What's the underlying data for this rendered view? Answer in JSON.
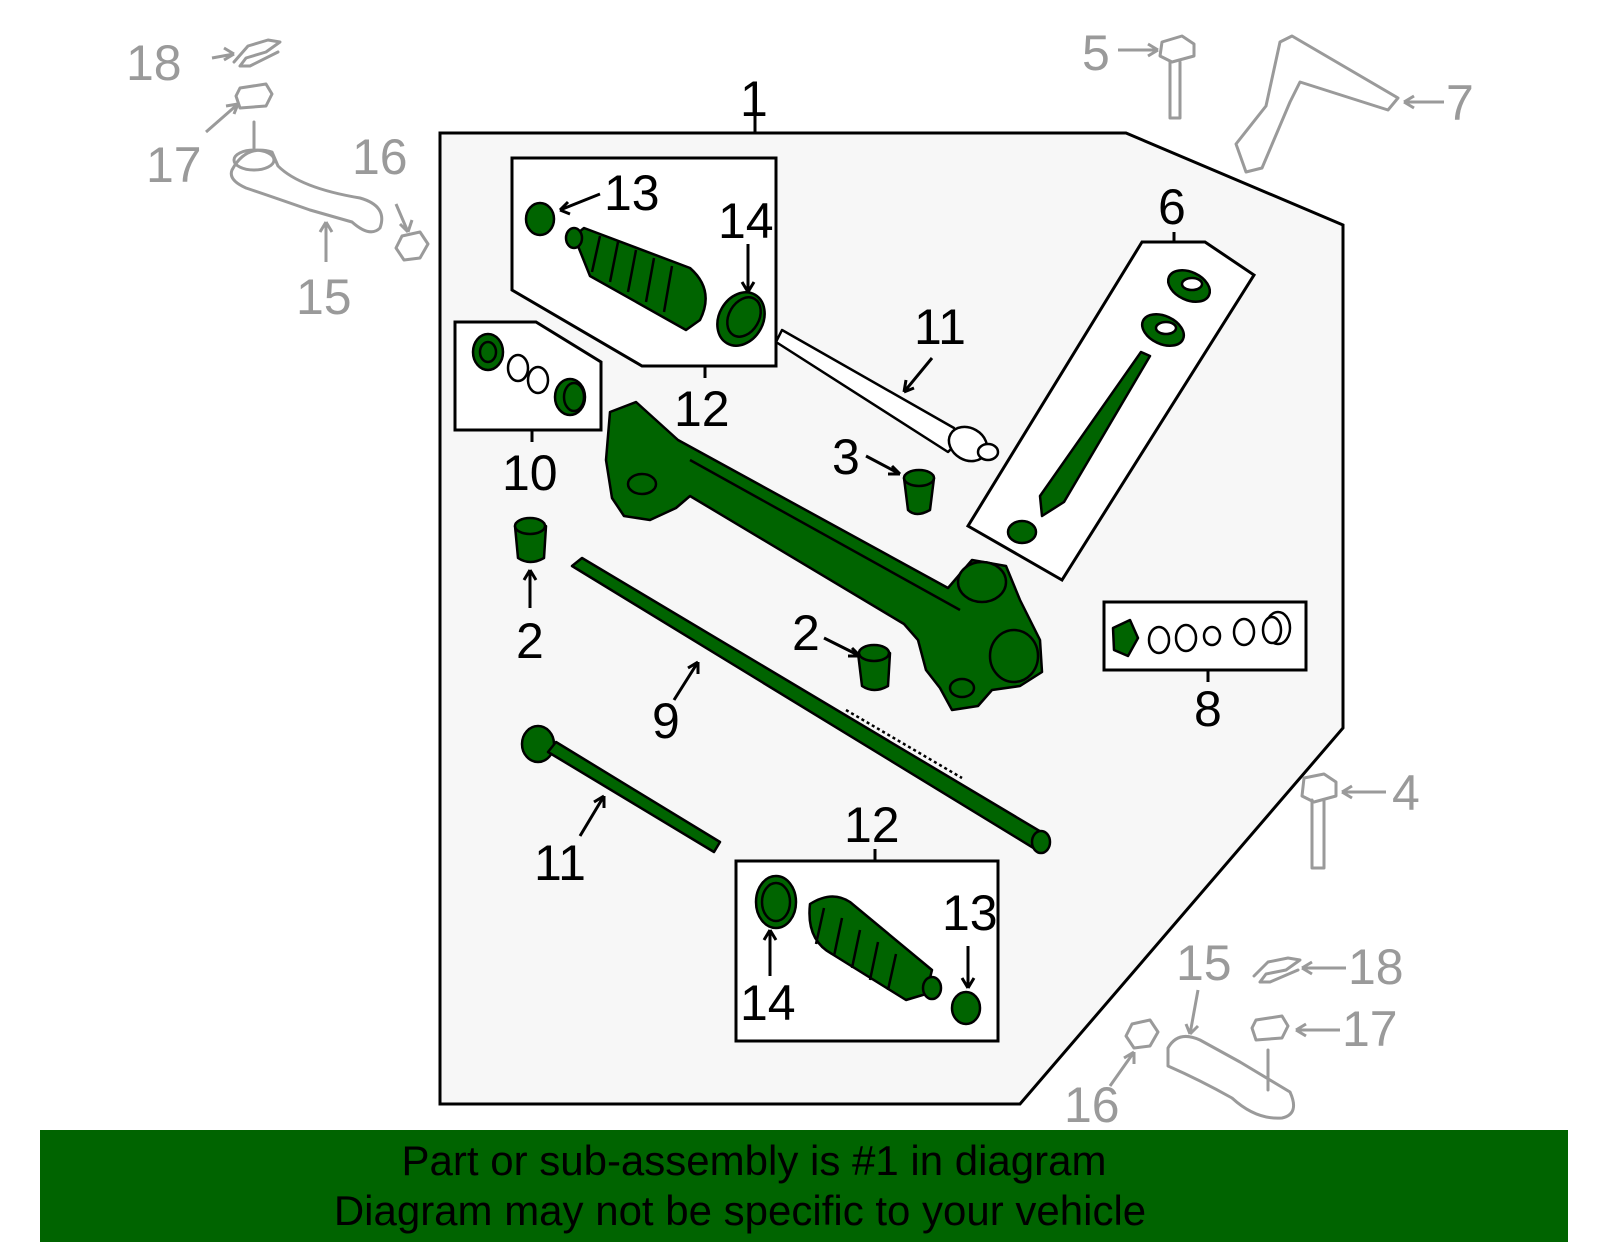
{
  "diagram": {
    "callouts": {
      "c1": "1",
      "c2a": "2",
      "c2b": "2",
      "c3": "3",
      "c4": "4",
      "c5": "5",
      "c6": "6",
      "c7": "7",
      "c8": "8",
      "c9": "9",
      "c10": "10",
      "c11a": "11",
      "c11b": "11",
      "c12a": "12",
      "c12b": "12",
      "c13a": "13",
      "c13b": "13",
      "c14a": "14",
      "c14b": "14",
      "c15a": "15",
      "c15b": "15",
      "c16a": "16",
      "c16b": "16",
      "c17a": "17",
      "c17b": "17",
      "c18a": "18",
      "c18b": "18"
    },
    "colors": {
      "highlight_part": "#006400",
      "assembly_background": "#f7f7f7",
      "outside_part": "#9a9a9a",
      "footer_background": "#006400"
    }
  },
  "footer": {
    "line1": "Part or sub-assembly is #1 in diagram",
    "line2": "Diagram may not be specific to your vehicle"
  }
}
